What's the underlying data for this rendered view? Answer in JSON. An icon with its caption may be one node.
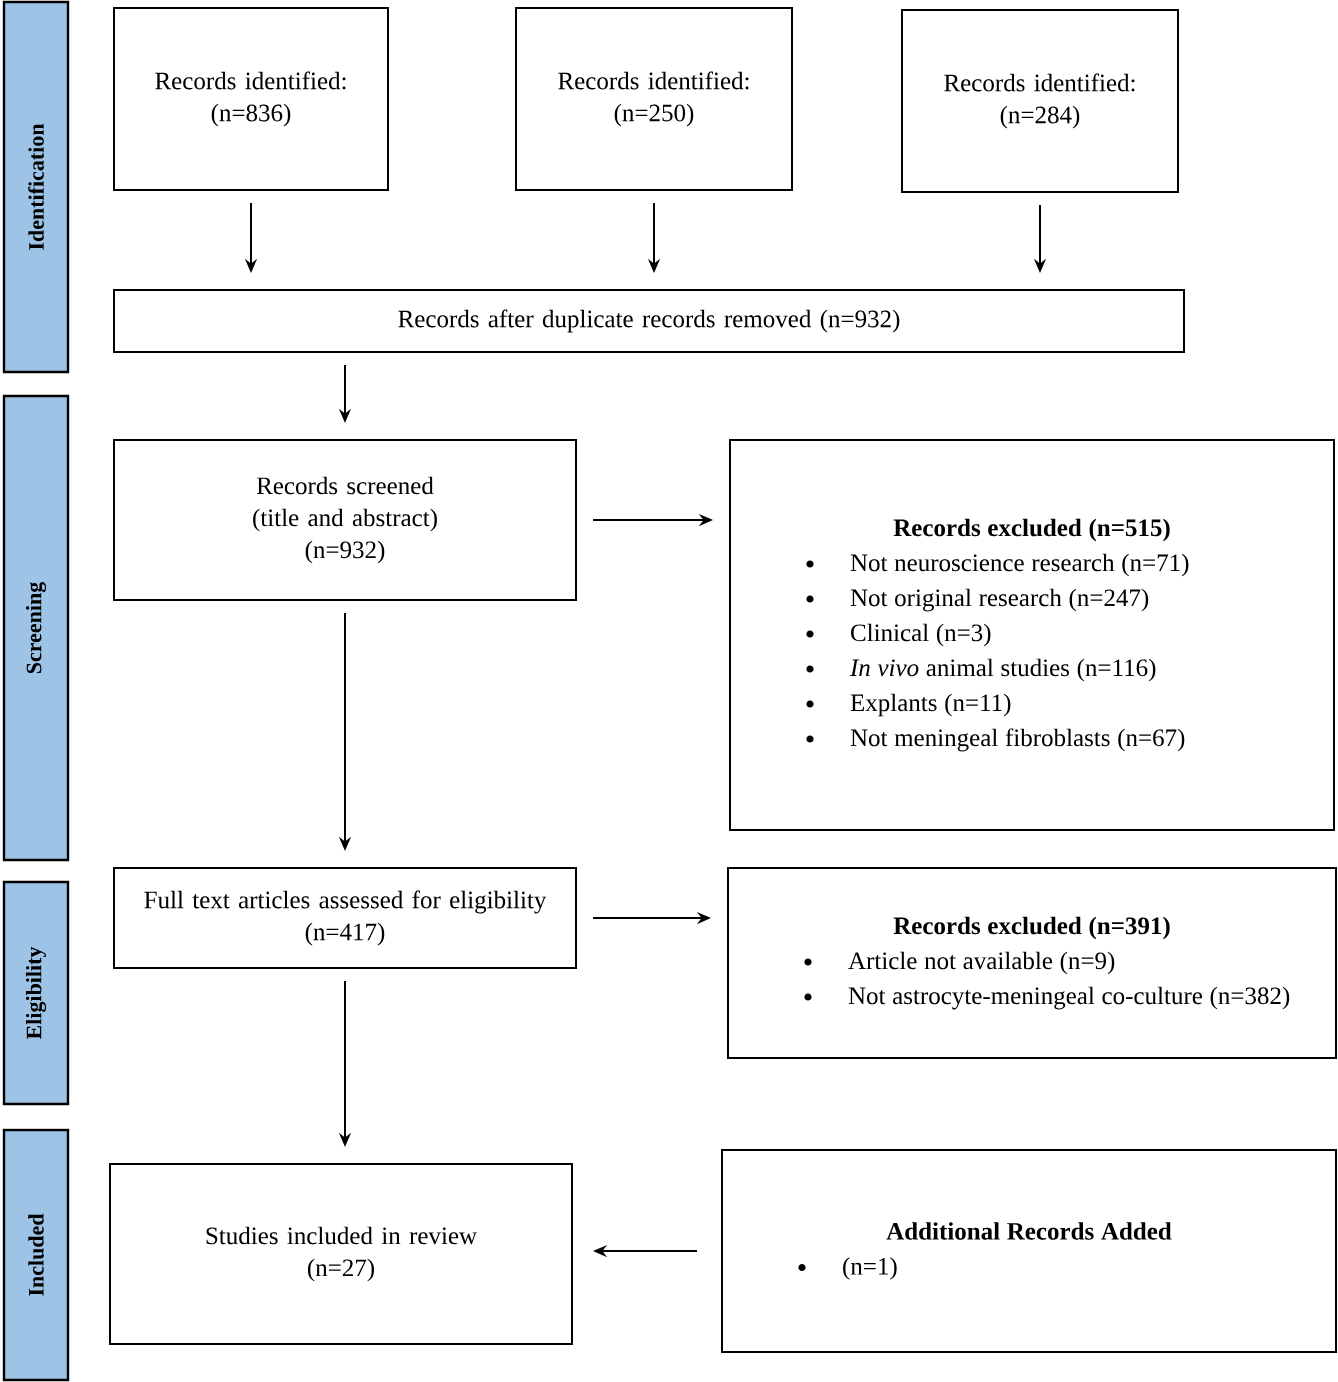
{
  "diagram": {
    "nodes": [
      {
        "text": [
          "Identification"
        ]
      },
      {
        "text": [
          "Screening"
        ]
      },
      {
        "text": [
          "Eligibility"
        ]
      },
      {
        "text": [
          "Included"
        ]
      },
      {
        "text": [
          "Records identified:",
          "(n=836)"
        ]
      },
      {
        "text": [
          "Records identified:",
          "(n=250)"
        ]
      },
      {
        "text": [
          "Records identified:",
          "(n=284)"
        ]
      },
      {
        "text": [
          "Records after duplicate records removed (n=932)"
        ]
      },
      {
        "text": [
          "Records screened",
          "(title and abstract)",
          "(n=932)"
        ]
      },
      {
        "text": [
          "Records excluded (n=515)",
          "Not neuroscience research (n=71)",
          "Not original research (n=247)",
          "Clinical (n=3)",
          "*In vivo* animal studies (n=116)",
          "Explants (n=11)",
          "Not meningeal fibroblasts (n=67)"
        ]
      },
      {
        "text": [
          "Full text articles assessed for eligibility",
          "(n=417)"
        ]
      },
      {
        "text": [
          "Records excluded (n=391)",
          "Article not available (n=9)",
          "Not astrocyte-meningeal co-culture (n=382)"
        ]
      },
      {
        "text": [
          "Studies included in review",
          "(n=27)"
        ]
      },
      {
        "text": [
          "Additional Records Added",
          "(n=1)"
        ]
      }
    ],
    "edges": [
      {
        "from": 4,
        "to": 7,
        "arrow": "to"
      },
      {
        "from": 5,
        "to": 7,
        "arrow": "to"
      },
      {
        "from": 6,
        "to": 7,
        "arrow": "to"
      },
      {
        "from": 7,
        "to": 8,
        "arrow": "to"
      },
      {
        "from": 8,
        "to": 9,
        "arrow": "to"
      },
      {
        "from": 8,
        "to": 10,
        "arrow": "to"
      },
      {
        "from": 10,
        "to": 11,
        "arrow": "to"
      },
      {
        "from": 10,
        "to": 12,
        "arrow": "to"
      },
      {
        "from": 13,
        "to": 12,
        "arrow": "to"
      }
    ]
  }
}
